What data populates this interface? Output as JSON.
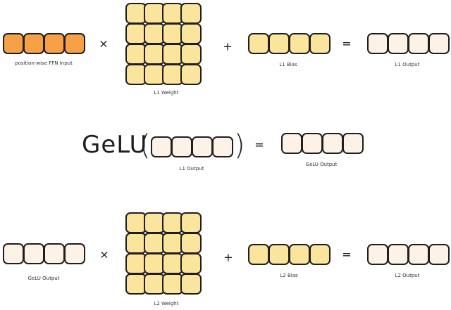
{
  "diagram": {
    "row1": {
      "input": {
        "label": "position-wise FFN Input",
        "cells": 4,
        "color": "#f8a048"
      },
      "op_multiply": "×",
      "weight": {
        "label": "L1 Weight",
        "rows": 4,
        "cols": 4,
        "color": "#fbe49b"
      },
      "op_add": "+",
      "bias": {
        "label": "L1 Bias",
        "cells": 4,
        "color": "#fbe49b"
      },
      "op_equals": "=",
      "output": {
        "label": "L1 Output",
        "cells": 4,
        "color": "#fdf2e6"
      }
    },
    "row2": {
      "function": "GeLU",
      "open_paren": "(",
      "close_paren": ")",
      "input": {
        "label": "L1 Output",
        "cells": 4,
        "color": "#fdf2e6"
      },
      "op_equals": "=",
      "output": {
        "label": "GeLU Output",
        "cells": 4,
        "color": "#fdf2e6"
      }
    },
    "row3": {
      "input": {
        "label": "GeLU Output",
        "cells": 4,
        "color": "#fdf2e6"
      },
      "op_multiply": "×",
      "weight": {
        "label": "L2 Weight",
        "rows": 4,
        "cols": 4,
        "color": "#fbe49b"
      },
      "op_add": "+",
      "bias": {
        "label": "L2 Bias",
        "cells": 4,
        "color": "#fbe49b"
      },
      "op_equals": "=",
      "output": {
        "label": "L2 Output",
        "cells": 4,
        "color": "#fdf2e6"
      }
    }
  }
}
